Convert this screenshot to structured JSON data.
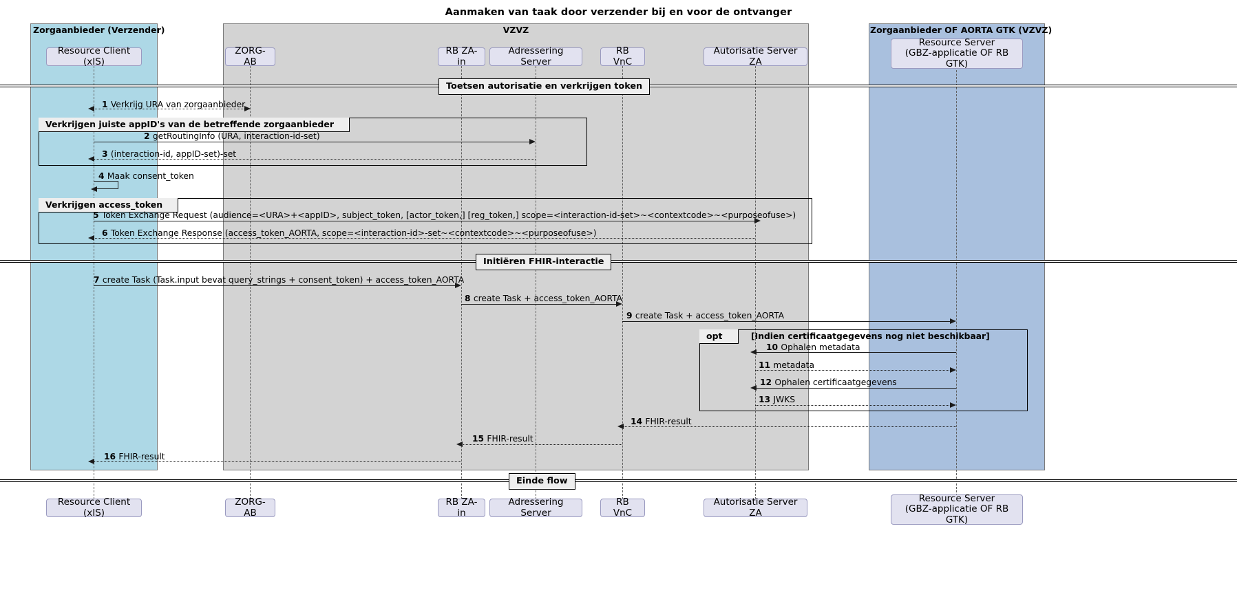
{
  "title": "Aanmaken van taak door verzender bij en voor de ontvanger",
  "groups": [
    {
      "id": "verzender",
      "label": "Zorgaanbieder (Verzender)",
      "color": "#ADD8E6"
    },
    {
      "id": "vzvz",
      "label": "VZVZ",
      "color": "#D3D3D3"
    },
    {
      "id": "ontvanger",
      "label": "Zorgaanbieder OF AORTA GTK (VZVZ)",
      "color": "#A9C0DE"
    }
  ],
  "participants": [
    {
      "id": "rc",
      "label": "Resource Client (xIS)"
    },
    {
      "id": "zorgab",
      "label": "ZORG-AB"
    },
    {
      "id": "rbzain",
      "label": "RB ZA-in"
    },
    {
      "id": "adres",
      "label": "Adressering Server"
    },
    {
      "id": "rbvnc",
      "label": "RB VnC"
    },
    {
      "id": "autza",
      "label": "Autorisatie Server ZA"
    },
    {
      "id": "rs",
      "label": "Resource Server\n(GBZ-applicatie OF RB GTK)"
    }
  ],
  "dividers": [
    {
      "id": "d1",
      "label": "Toetsen autorisatie en verkrijgen token"
    },
    {
      "id": "d2",
      "label": "Initiëren FHIR-interactie"
    },
    {
      "id": "d3",
      "label": "Einde flow"
    }
  ],
  "frames": [
    {
      "id": "f1",
      "tab": "",
      "cond": "Verkrijgen juiste appID's van de betreffende zorgaanbieder"
    },
    {
      "id": "f2",
      "tab": "",
      "cond": "Verkrijgen access_token"
    },
    {
      "id": "f3",
      "tab": "opt",
      "cond": "[Indien certificaatgegevens nog niet beschikbaar]"
    }
  ],
  "messages": [
    {
      "num": "1",
      "text": "Verkrijg URA van zorgaanbieder"
    },
    {
      "num": "2",
      "text": "getRoutingInfo (URA, interaction-id-set)"
    },
    {
      "num": "3",
      "text": "(interaction-id, appID-set)-set"
    },
    {
      "num": "4",
      "text": "Maak consent_token"
    },
    {
      "num": "5",
      "text": "Token Exchange Request (audience=<URA>+<appID>, subject_token, [actor_token,] [reg_token,] scope=<interaction-id-set>~<contextcode>~<purposeofuse>)"
    },
    {
      "num": "6",
      "text": "Token Exchange Response (access_token_AORTA, scope=<interaction-id>-set~<contextcode>~<purposeofuse>)"
    },
    {
      "num": "7",
      "text": "create Task (Task.input bevat query_strings + consent_token) + access_token_AORTA"
    },
    {
      "num": "8",
      "text": "create Task + access_token_AORTA"
    },
    {
      "num": "9",
      "text": "create Task + access_token_AORTA"
    },
    {
      "num": "10",
      "text": "Ophalen metadata"
    },
    {
      "num": "11",
      "text": "metadata"
    },
    {
      "num": "12",
      "text": "Ophalen certificaatgegevens"
    },
    {
      "num": "13",
      "text": "JWKS"
    },
    {
      "num": "14",
      "text": "FHIR-result"
    },
    {
      "num": "15",
      "text": "FHIR-result"
    },
    {
      "num": "16",
      "text": "FHIR-result"
    }
  ]
}
